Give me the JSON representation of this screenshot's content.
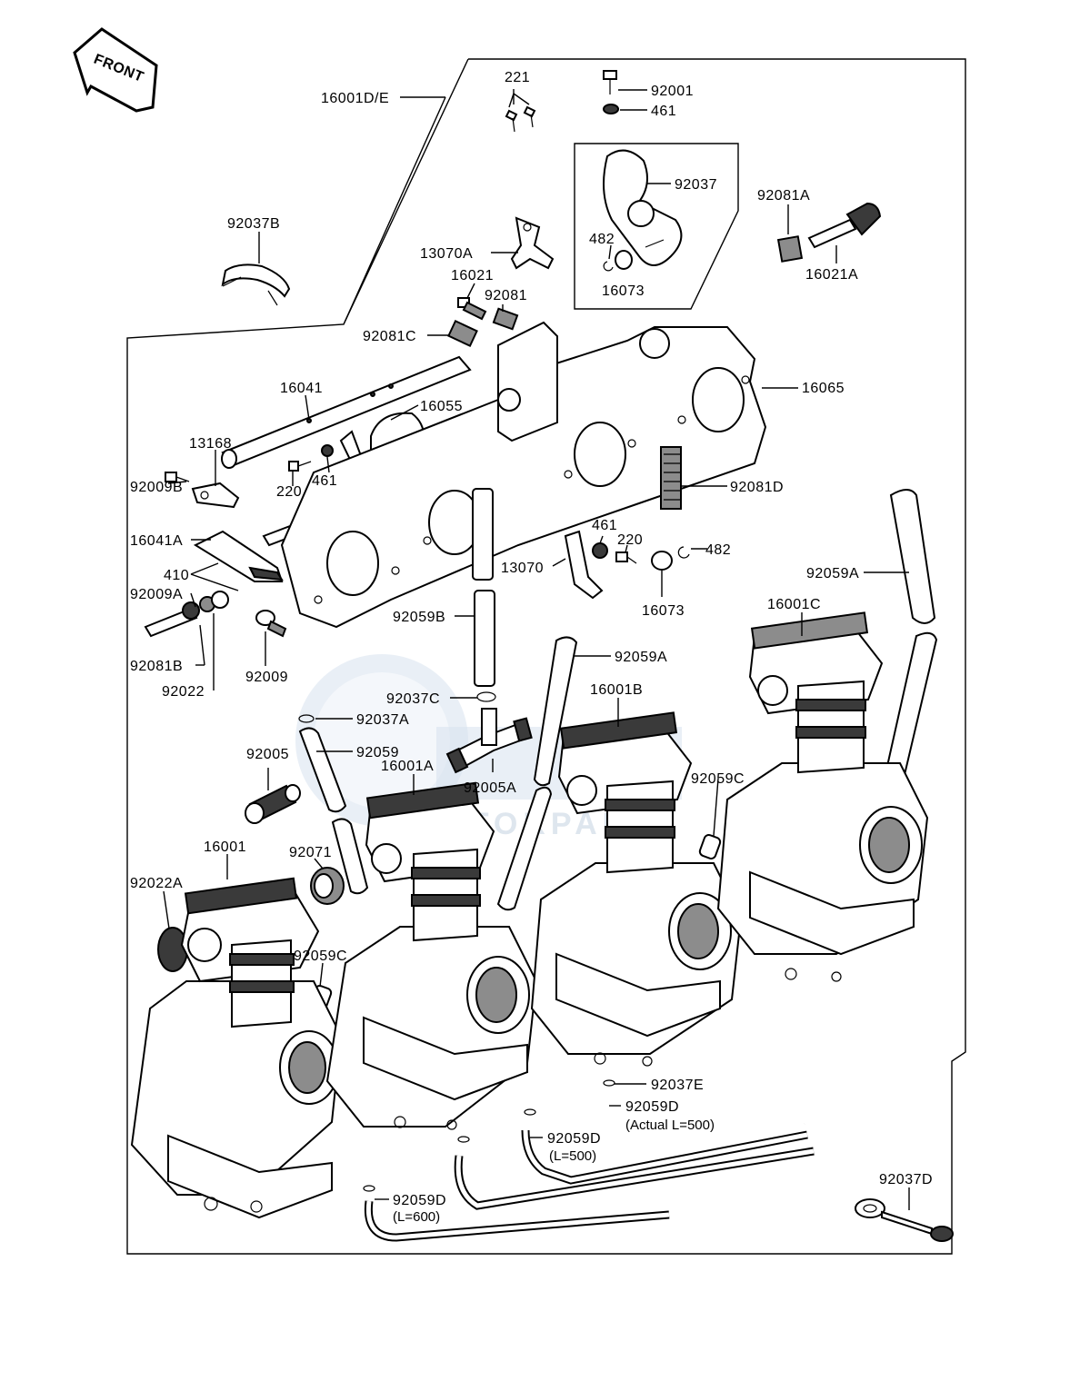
{
  "front_arrow": {
    "label": "FRONT"
  },
  "watermark": {
    "brand": "CMS",
    "sub": "MOTORPARTS"
  },
  "labels": {
    "l16001DE": "16001D/E",
    "l221": "221",
    "l92001": "92001",
    "l461a": "461",
    "l92037": "92037",
    "l92081A": "92081A",
    "l16021A": "16021A",
    "l92037B": "92037B",
    "l13070A": "13070A",
    "l482a": "482",
    "l16021": "16021",
    "l92081": "92081",
    "l16073a": "16073",
    "l92081C": "92081C",
    "l16041": "16041",
    "l16055": "16055",
    "l16065": "16065",
    "l13168": "13168",
    "l461b": "461",
    "l220a": "220",
    "l92009B": "92009B",
    "l92081D": "92081D",
    "l16041A": "16041A",
    "l461c": "461",
    "l220b": "220",
    "l482b": "482",
    "l410": "410",
    "l13070": "13070",
    "l92009A": "92009A",
    "l92059A1": "92059A",
    "l16073b": "16073",
    "l16001C": "16001C",
    "l92059B": "92059B",
    "l92081B": "92081B",
    "l92009": "92009",
    "l92059A2": "92059A",
    "l92022": "92022",
    "l92037C": "92037C",
    "l16001B": "16001B",
    "l92037A": "92037A",
    "l92005": "92005",
    "l92059": "92059",
    "l16001A": "16001A",
    "l92005A": "92005A",
    "l92059C1": "92059C",
    "l16001": "16001",
    "l92071": "92071",
    "l92022A": "92022A",
    "l92059C2": "92059C",
    "l92037E": "92037E",
    "l92059D1": "92059D",
    "l92059D1b": "(Actual L=500)",
    "l92059D2": "92059D",
    "l92059D2b": "(L=500)",
    "l92037D": "92037D",
    "l92059D3": "92059D",
    "l92059D3b": "(L=600)"
  }
}
